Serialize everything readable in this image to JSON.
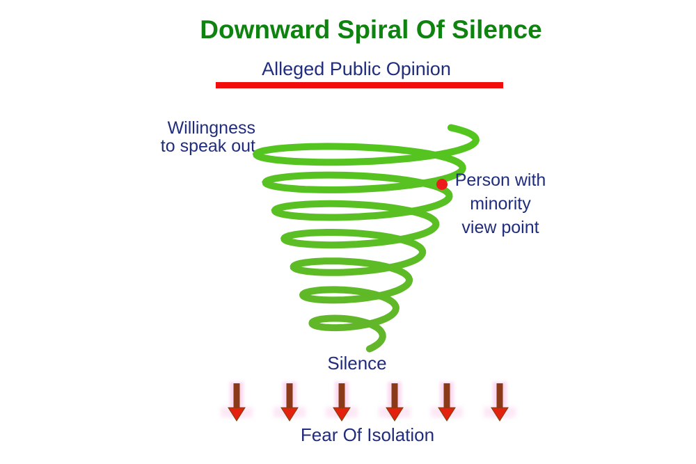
{
  "title": "Downward Spiral Of Silence",
  "subtitle": "Alleged Public Opinion",
  "labels": {
    "willingness_line1": "Willingness",
    "willingness_line2": "to speak out",
    "person_line1": "Person with",
    "person_line2": "minority",
    "person_line3": "view point",
    "silence": "Silence",
    "fear_of_isolation": "Fear Of Isolation"
  },
  "diagram": {
    "spiral_turns": 7.25,
    "spiral_direction": "narrowing downward",
    "dot_marks": "person with minority view point",
    "arrow_count": 6,
    "arrow_direction": "down"
  },
  "colors": {
    "title_green": "#0f830f",
    "label_navy": "#202c7c",
    "underline_red": "#f20d0d",
    "spiral_green_top": "#53c61e",
    "spiral_green_bottom": "#63b52a",
    "dot_red": "#ee1b1b",
    "arrow_shaft_brown": "#8a3a18",
    "arrow_head_red": "#e3210f",
    "arrow_outline": "#6a450b",
    "arrow_glow_pink": "#fcd4ef"
  }
}
